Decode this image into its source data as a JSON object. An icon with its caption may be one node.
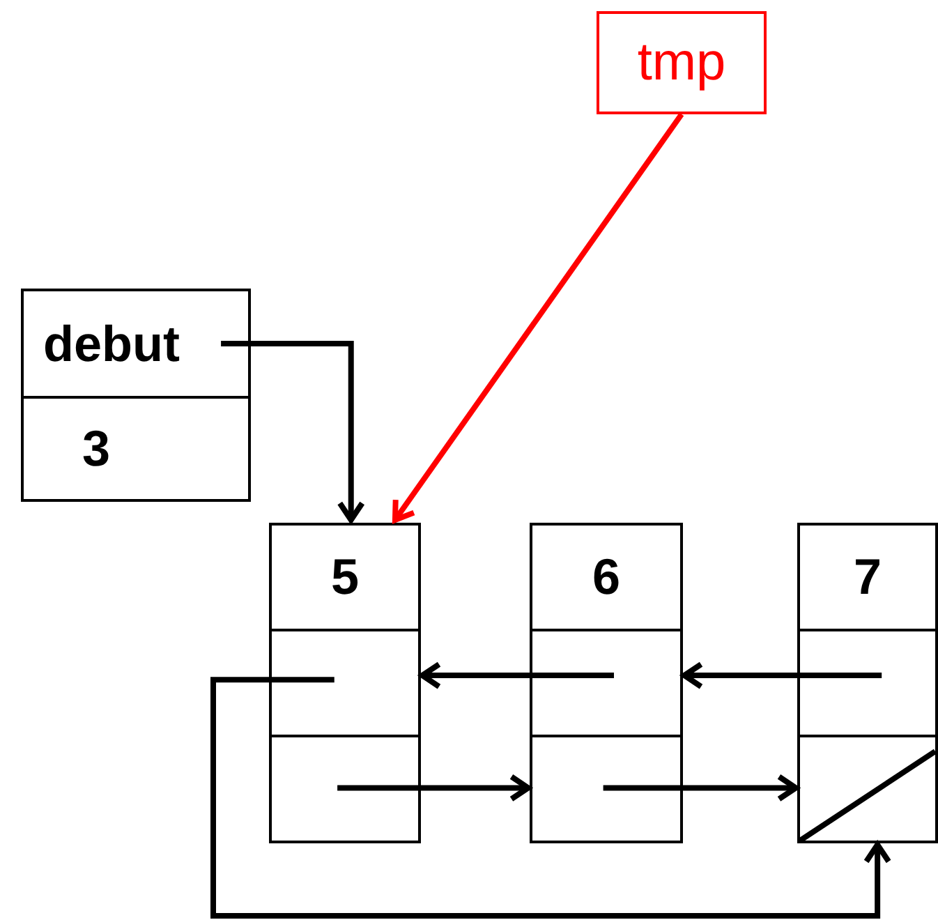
{
  "diagram": {
    "nodes": [
      {
        "text": [
          "tmp"
        ]
      },
      {
        "text": [
          "debut"
        ]
      },
      {
        "text": [
          "3"
        ]
      },
      {
        "text": [
          "5"
        ]
      },
      {
        "text": [],
        "shape": "box"
      },
      {
        "text": [],
        "shape": "box"
      },
      {
        "text": [
          "6"
        ]
      },
      {
        "text": [],
        "shape": "box"
      },
      {
        "text": [],
        "shape": "box"
      },
      {
        "text": [
          "7"
        ]
      },
      {
        "text": [],
        "shape": "box"
      },
      {
        "text": [],
        "shape": "box"
      }
    ],
    "edges": [
      {
        "from": 0,
        "to": 3,
        "arrow": "to",
        "color": "#ff0000"
      },
      {
        "from": 1,
        "to": 3,
        "arrow": "to"
      },
      {
        "from": 7,
        "to": 4,
        "arrow": "to"
      },
      {
        "from": 10,
        "to": 7,
        "arrow": "to"
      },
      {
        "from": 5,
        "to": 8,
        "arrow": "to"
      },
      {
        "from": 8,
        "to": 11,
        "arrow": "to"
      },
      {
        "from": 4,
        "to": 11,
        "arrow": "to"
      }
    ]
  }
}
